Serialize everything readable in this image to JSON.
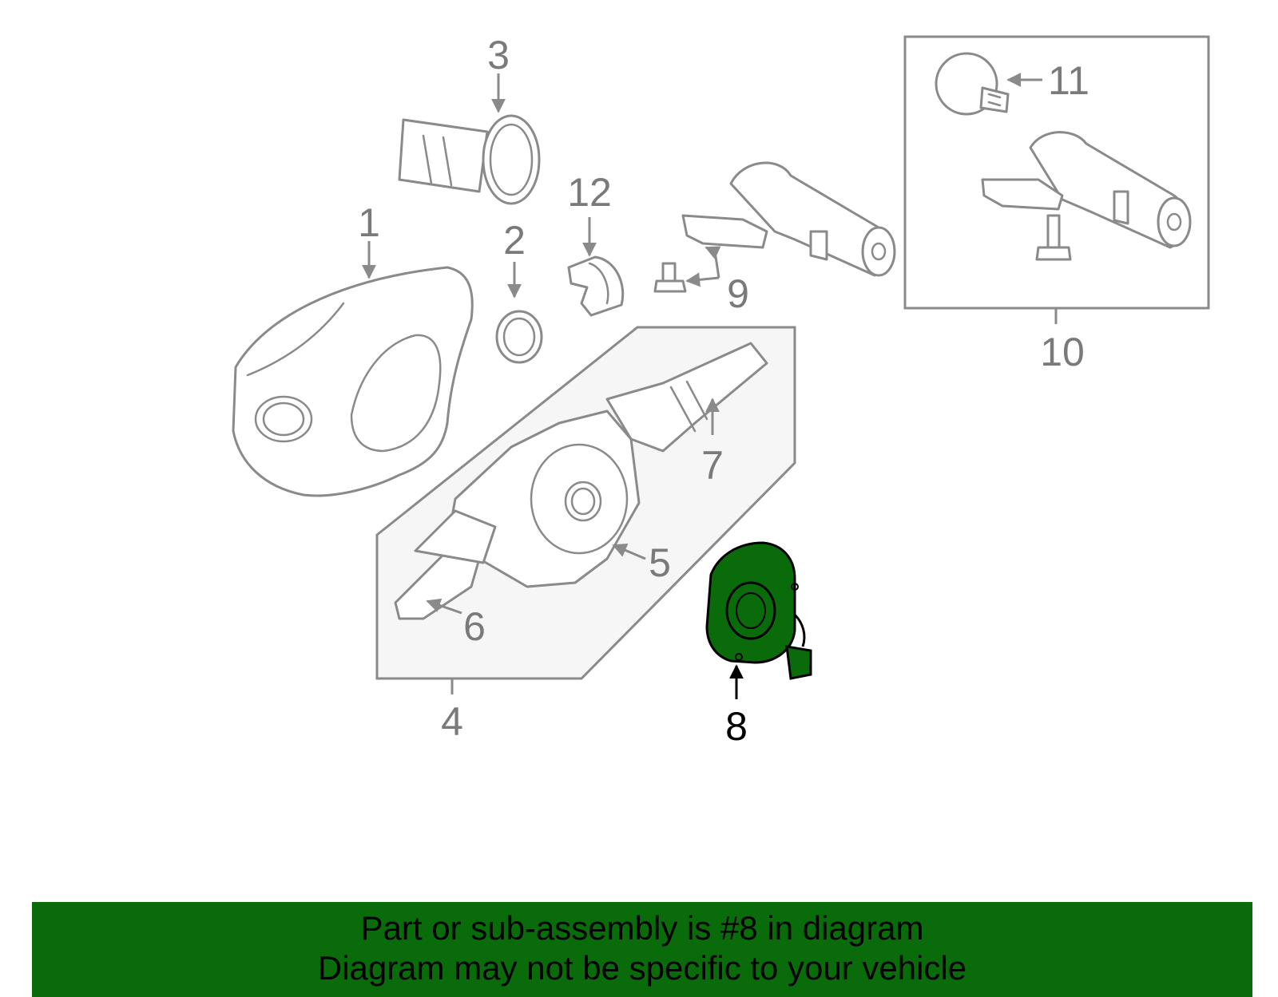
{
  "callouts": {
    "c1": "1",
    "c2": "2",
    "c3": "3",
    "c4": "4",
    "c5": "5",
    "c6": "6",
    "c7": "7",
    "c8": "8",
    "c9": "9",
    "c10": "10",
    "c11": "11",
    "c12": "12"
  },
  "highlighted_part": "8",
  "colors": {
    "highlight_fill": "#0a6b0a",
    "line_gray": "#8a8a8a",
    "banner_bg": "#0a6b0a"
  },
  "banner": {
    "line1": "Part or sub-assembly is #8 in diagram",
    "line2": "Diagram may not be specific to your vehicle"
  }
}
